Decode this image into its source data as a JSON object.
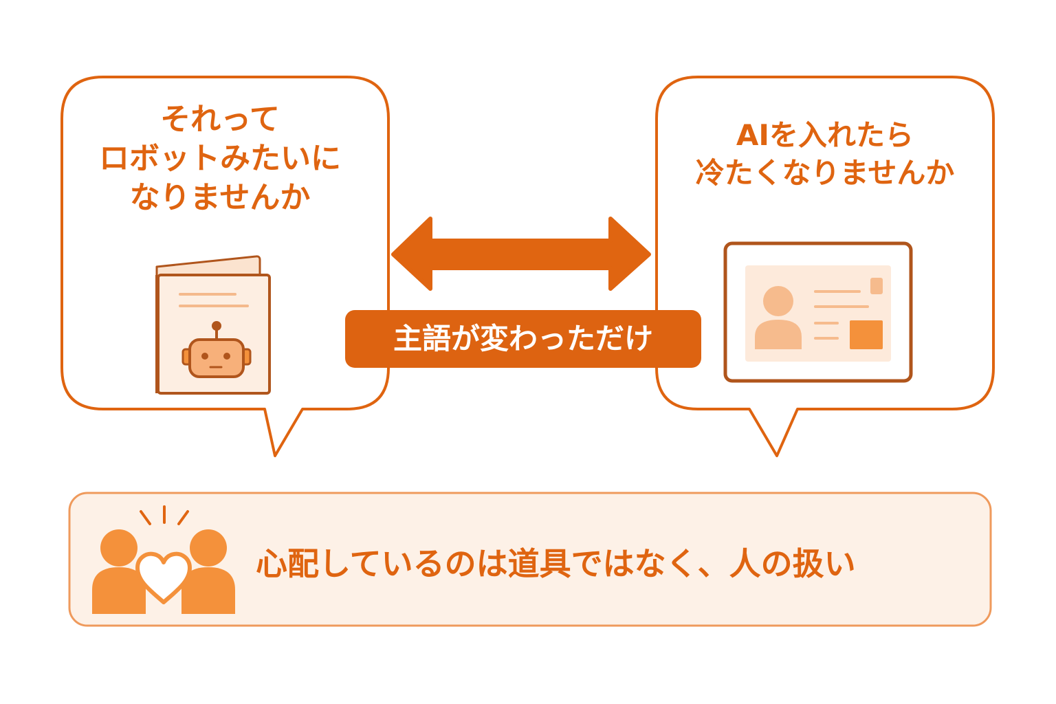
{
  "left_bubble": {
    "lines": [
      "それって",
      "ロボットみたいに",
      "なりませんか"
    ]
  },
  "right_bubble": {
    "lines": [
      "AIを入れたら",
      "冷たくなりませんか"
    ]
  },
  "center_label": "主語が変わっただけ",
  "bottom_message": "心配しているのは道具ではなく、人の扱い",
  "icons": {
    "left": "robot-manual-book-icon",
    "right": "profile-screen-icon",
    "center": "double-arrow-icon",
    "bottom": "people-heart-icon"
  },
  "colors": {
    "accent": "#df6410",
    "light_fill": "#fdf0e6",
    "mid_fill": "#f5c7a4",
    "bright_fill": "#f4913b",
    "dark_outline": "#b0551c"
  }
}
